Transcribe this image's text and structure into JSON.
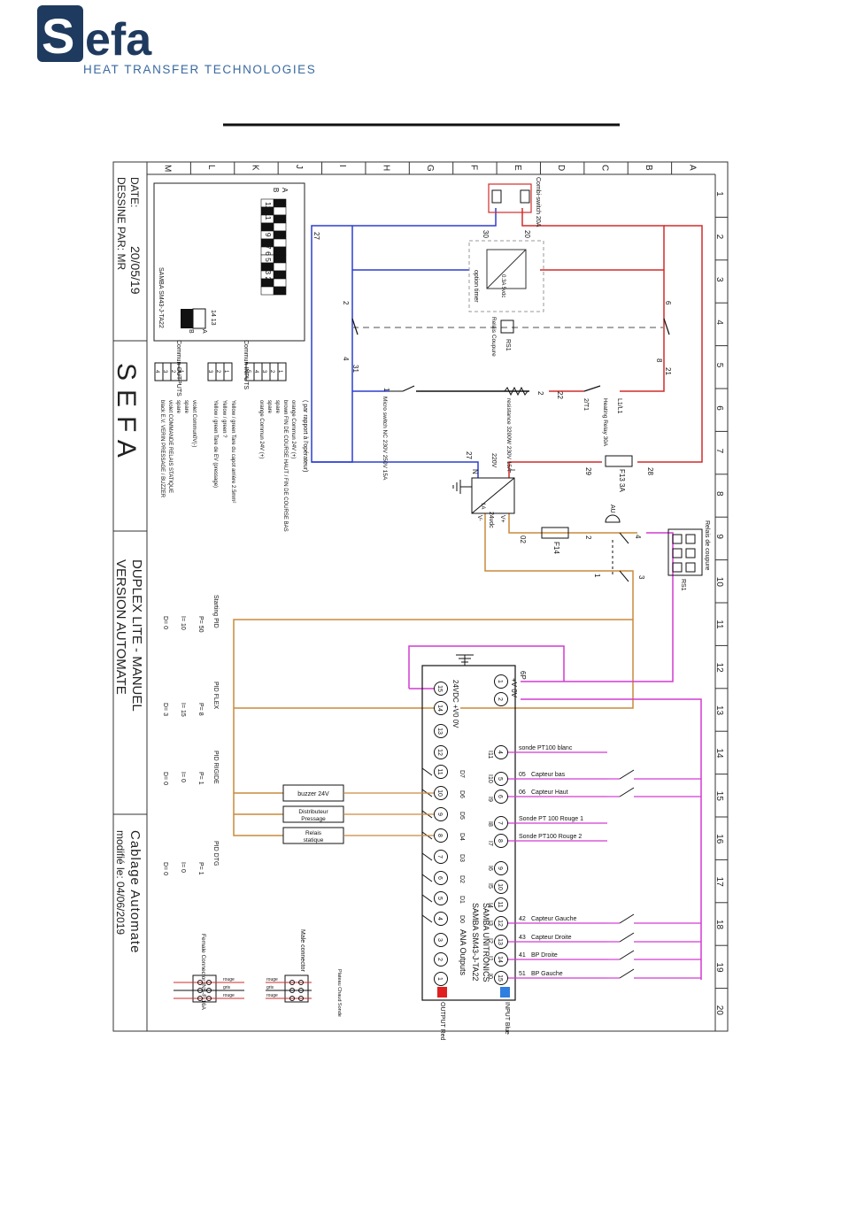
{
  "brand": {
    "logo_text": "Sefa",
    "tagline": "HEAT TRANSFER TECHNOLOGIES",
    "navy": "#1f3a5f",
    "tagline_color": "#3a6aa0"
  },
  "colors": {
    "blue_wire": "#2b3fd1",
    "red_wire": "#d12b2b",
    "orange_wire": "#c98a3c",
    "magenta_wire": "#d23ad2",
    "black_wire": "#111111",
    "grey_wire": "#8a8a8a",
    "input_blue": "#2f7fe0",
    "output_red": "#e02020"
  },
  "frame": {
    "letters": [
      "A",
      "B",
      "C",
      "D",
      "E",
      "F",
      "G",
      "H",
      "I",
      "J",
      "K",
      "L",
      "M"
    ],
    "numbers": [
      "1",
      "2",
      "3",
      "4",
      "5",
      "6",
      "7",
      "8",
      "9",
      "10",
      "11",
      "12",
      "13",
      "14",
      "15",
      "16",
      "17",
      "18",
      "19",
      "20"
    ]
  },
  "title_block": {
    "drawn_by": "DESSINE PAR: MR",
    "date_label": "DATE:",
    "date_value": "20/05/19",
    "brand": "SEFA",
    "title_line1": "DUPLEX LITE - MANUEL",
    "title_line2": "VERSION AUTOMATE",
    "subject": "Cablage Automate",
    "modified": "modifié le: 04/06/2019"
  },
  "dip": {
    "rows": [
      "A",
      "B"
    ],
    "numbers": "12 11 10 9 8 7 6 5 4 3 2 1",
    "model": "SAMBA SM43-J-TA22",
    "small_numbers": "14 13",
    "small_rows": [
      "A",
      "B"
    ]
  },
  "legend": {
    "outputs_title": "Commun OUTPUTS",
    "inputs_title": "Commun INPUTS",
    "header": "( par rapport à l'opérateur)",
    "inputs": [
      "orange Commun 24V (+)",
      "brown FIN DE COURSE HAUT / FIN DE COURSE BAS",
      "spare",
      "spare",
      "orange Commun 24V (+)"
    ],
    "middle": [
      "Yellow / green  Tare du capot arrière 2.5mm²",
      "Yellow / green  ?",
      "Yellow / green  Tare de EV (pressage)"
    ],
    "outputs": [
      "violet  Commun0V(-)",
      "spare",
      "spare",
      "violet  COMMANDE RELAIS STATIQUE",
      "black  E.V. VERIN PRESSAGE / BUZZER"
    ]
  },
  "pid": [
    {
      "title": "Starting PID",
      "p": "P= 50",
      "i": "I= 10",
      "d": "D= 0"
    },
    {
      "title": "PID FLEX",
      "p": "P= 8",
      "i": "I= 15",
      "d": "D= 3"
    },
    {
      "title": "PID RIGIDE",
      "p": "P= 1",
      "i": "I= 0",
      "d": "D= 0"
    },
    {
      "title": "PID DTG",
      "p": "P= 1",
      "i": "I= 0",
      "d": "D= 0"
    }
  ],
  "connectors": {
    "male_title": "Male connector",
    "female_title": "Female Connector INS-F-16A",
    "plateau": "Plateau Chaud Sonde",
    "wire_labels": [
      "rouge",
      "gris",
      "rouge"
    ]
  },
  "power": {
    "combi_switch": "Combi-switch 20A",
    "option_timer": "option timer",
    "timer_spec": "0.3A 5vdc",
    "relais_coupure": "Relais Coupure",
    "rs1": "RS1",
    "resistance": "resistance 3200W 230V 15A",
    "micro_switch": "Micro switch NC 230V 250V 15A",
    "heating_relay": "Heating Relay 30A",
    "l1t1": "L1/L1",
    "relay_2t1": "2/T1",
    "psu_in": "220V",
    "psu_out": "24vdc",
    "psu_current": "1A",
    "f13": "F13 3A",
    "f14": "F14",
    "relais_de_coupure": "Relais de coupure",
    "rs1b": "RS1",
    "au": "AU",
    "wire_numbers": {
      "n20": "20",
      "n30": "30",
      "n27": "27",
      "n27b": "27",
      "n6": "6",
      "n8": "8",
      "n21": "21",
      "n2": "2",
      "n4": "4",
      "n31": "31",
      "n1": "1",
      "n22": "22",
      "n2b": "2",
      "n29": "29",
      "n28": "28",
      "nN": "N",
      "nL": "L",
      "nVp": "V+",
      "nVm": "V-",
      "n02": "02",
      "n2c": "2",
      "n4b": "4",
      "n1b": "1",
      "n3": "3"
    }
  },
  "plc": {
    "name_line1": "SAMBA UNITRONICS",
    "name_line2": "SAMBA SM43-J-TA22",
    "ana_outputs": "ANA Outputs",
    "input_label": "INPUT Blue",
    "output_label": "OUTPUT Red",
    "top_supply": "+V  0V",
    "top_tag": "6P",
    "left_supply": "24VDC +V0 0V",
    "inputs_right": [
      "1",
      "2",
      "4",
      "5",
      "6",
      "7",
      "8",
      "9",
      "10",
      "11",
      "12",
      "13",
      "14",
      "15"
    ],
    "inputs_left": [
      "15",
      "14",
      "13",
      "12",
      "11",
      "10",
      "9",
      "8",
      "7",
      "6",
      "5",
      "4",
      "3",
      "2",
      "1"
    ],
    "in_codes": [
      "I11",
      "I10",
      "I9",
      "I8",
      "I7",
      "I6",
      "I5",
      "I4",
      "I3",
      "I2",
      "I1",
      "I0"
    ],
    "out_codes": [
      "D7",
      "D6",
      "D5",
      "D4",
      "D3",
      "D2",
      "D1",
      "D0"
    ],
    "input_signals": [
      {
        "no": "",
        "label": "sonde PT100 blanc"
      },
      {
        "no": "05",
        "label": "Capteur bas"
      },
      {
        "no": "06",
        "label": "Capteur Haut"
      },
      {
        "no": "",
        "label": "Sonde PT 100 Rouge 1"
      },
      {
        "no": "",
        "label": "Sonde PT100 Rouge 2"
      },
      {
        "no": "42",
        "label": "Capteur Gauche"
      },
      {
        "no": "43",
        "label": "Capteur Droite"
      },
      {
        "no": "41",
        "label": "BP Droite"
      },
      {
        "no": "51",
        "label": "BP Gauche"
      }
    ],
    "outputs": [
      "buzzer 24V",
      "Distributeur Pressage",
      "Relais statique"
    ]
  }
}
